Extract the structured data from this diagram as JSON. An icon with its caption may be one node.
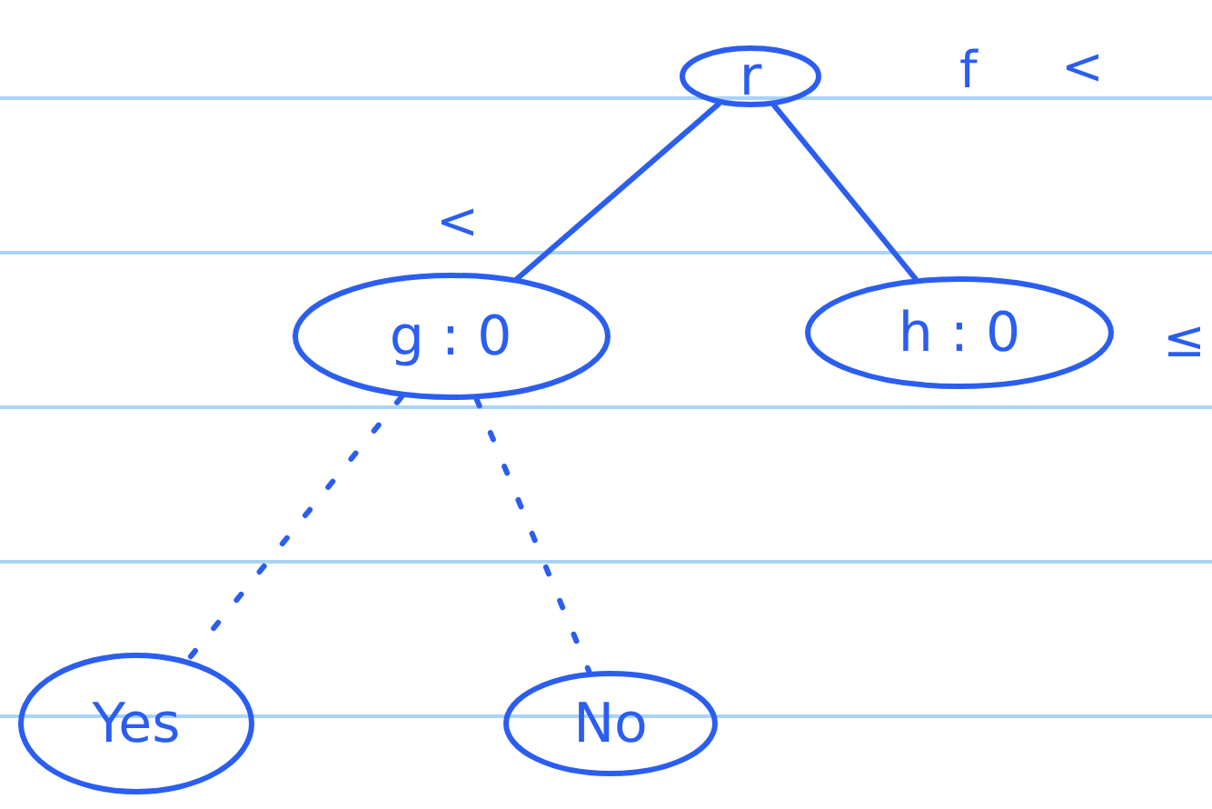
{
  "diagram": {
    "nodes": [
      {
        "text": [
          "r"
        ]
      },
      {
        "text": [
          "g : 0"
        ]
      },
      {
        "text": [
          "h : 0"
        ]
      },
      {
        "text": [
          "Yes"
        ]
      },
      {
        "text": [
          "No"
        ]
      }
    ],
    "edges": [
      {
        "from": 0,
        "to": 1,
        "arrow": "none"
      },
      {
        "from": 0,
        "to": 2,
        "arrow": "none"
      },
      {
        "from": 1,
        "to": 3,
        "arrow": "none",
        "style": "dashed"
      },
      {
        "from": 1,
        "to": 4,
        "arrow": "none",
        "style": "dashed"
      }
    ],
    "labels": [
      "f",
      "<",
      "<",
      "≤"
    ]
  }
}
